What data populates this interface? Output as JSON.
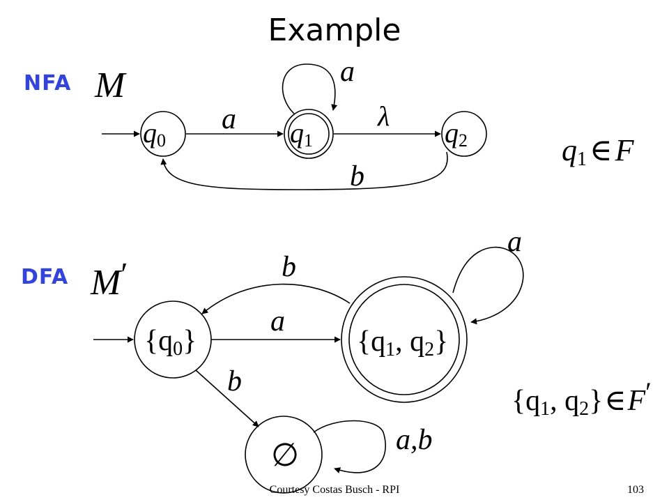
{
  "slide": {
    "title": "Example",
    "accent_color": "#3344dd",
    "footer_credit": "Courtesy Costas Busch - RPI",
    "page_number": "103"
  },
  "nfa": {
    "kind_label": "NFA",
    "machine_name": "M",
    "states": [
      {
        "id": "q0",
        "name": "q",
        "sub": "0",
        "initial": true,
        "final": false
      },
      {
        "id": "q1",
        "name": "q",
        "sub": "1",
        "initial": false,
        "final": true
      },
      {
        "id": "q2",
        "name": "q",
        "sub": "2",
        "initial": false,
        "final": false
      }
    ],
    "transitions": [
      {
        "from": "q0",
        "to": "q1",
        "symbol": "a"
      },
      {
        "from": "q1",
        "to": "q1",
        "symbol": "a"
      },
      {
        "from": "q1",
        "to": "q2",
        "symbol": "λ"
      },
      {
        "from": "q2",
        "to": "q0",
        "symbol": "b"
      }
    ],
    "final_condition": {
      "name": "q",
      "sub": "1",
      "relation": "∈",
      "set": "F"
    }
  },
  "dfa": {
    "kind_label": "DFA",
    "machine_name": "M",
    "machine_prime": "′",
    "states": [
      {
        "id": "s0",
        "label_pre": "{q",
        "sub": "0",
        "label_post": "}",
        "initial": true,
        "final": false
      },
      {
        "id": "s12",
        "label_pre": "{q",
        "sub": "1",
        "mid": ", q",
        "sub2": "2",
        "label_post": "}",
        "initial": false,
        "final": true
      },
      {
        "id": "empty",
        "label": "∅",
        "initial": false,
        "final": false
      }
    ],
    "transitions": [
      {
        "from": "s0",
        "to": "s12",
        "symbol": "a"
      },
      {
        "from": "s12",
        "to": "s0",
        "symbol": "b"
      },
      {
        "from": "s12",
        "to": "s12",
        "symbol": "a"
      },
      {
        "from": "s0",
        "to": "empty",
        "symbol": "b"
      },
      {
        "from": "empty",
        "to": "empty",
        "symbol": "a,b"
      }
    ],
    "final_condition": {
      "set_pre": "{q",
      "sub": "1",
      "mid": ", q",
      "sub2": "2",
      "set_post": "}",
      "relation": "∈",
      "set": "F",
      "prime": "′"
    }
  }
}
